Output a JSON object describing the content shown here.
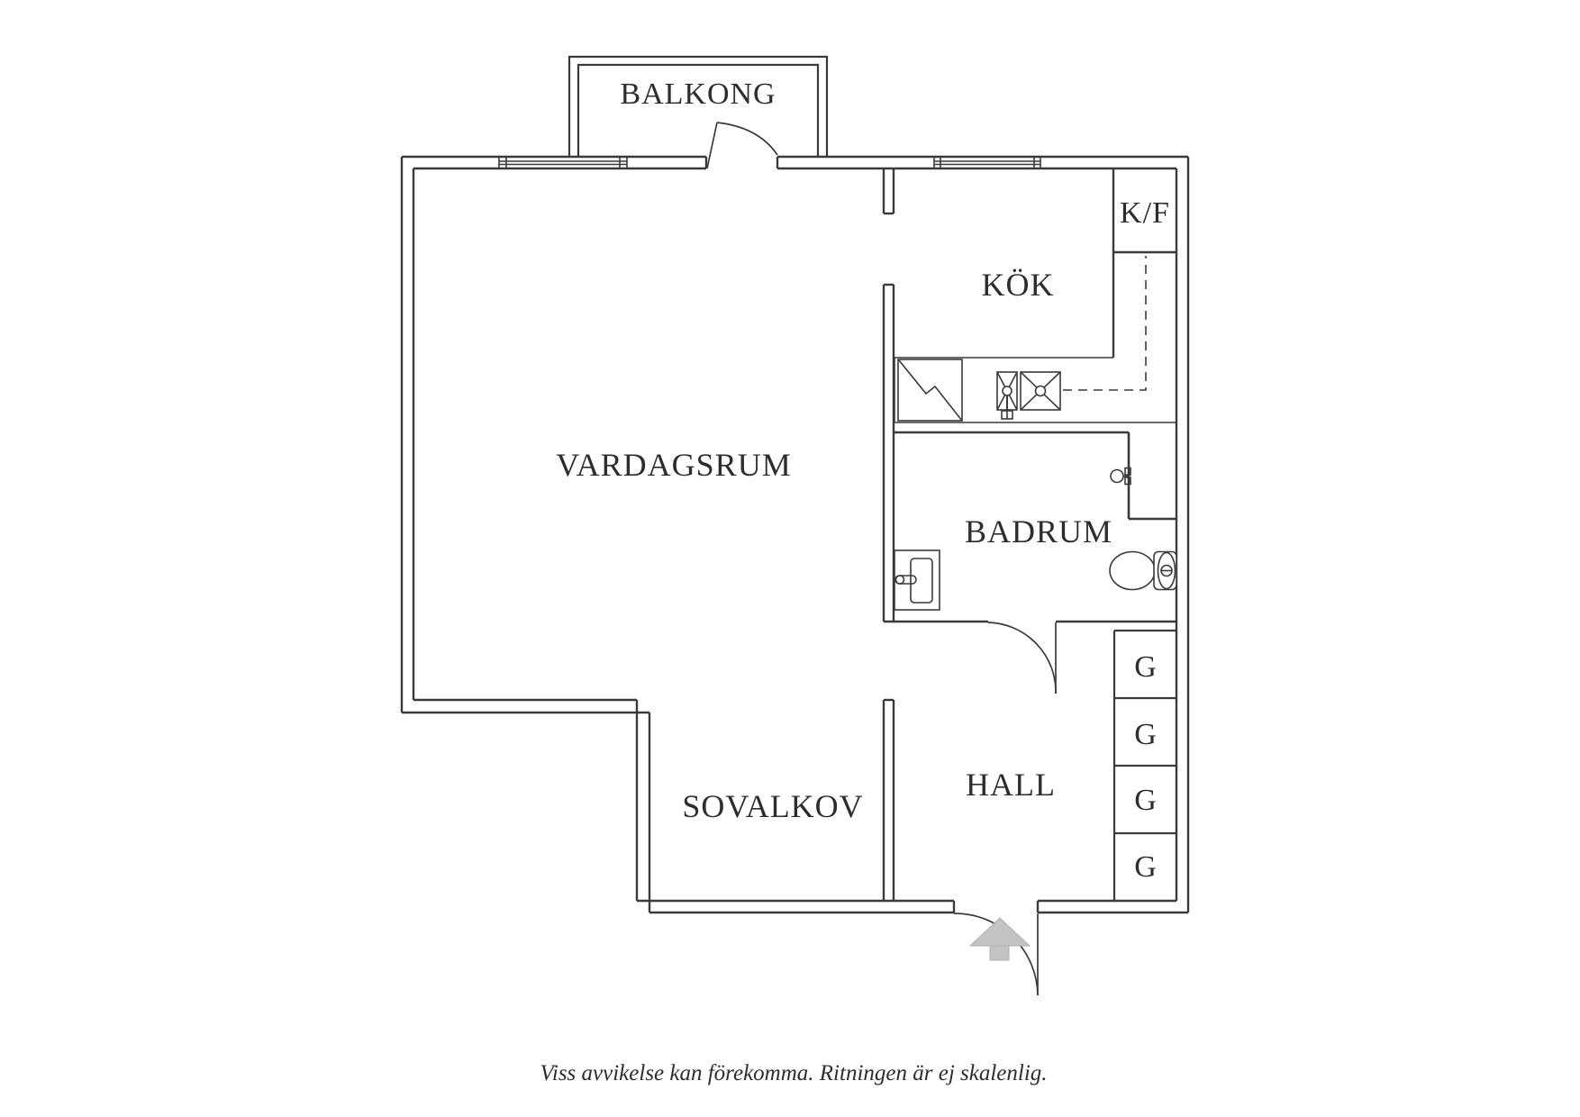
{
  "page": {
    "background": "#ffffff"
  },
  "floor_plan": {
    "colors": {
      "line": "#3a3a3a",
      "text": "#2d2d2d",
      "arrow_fill": "#c3c3c3",
      "arrow_stroke": "#b0b0b0"
    },
    "rooms": [
      {
        "id": "balkong",
        "label": "BALKONG"
      },
      {
        "id": "vardagsrum",
        "label": "VARDAGSRUM"
      },
      {
        "id": "kok",
        "label": "KÖK"
      },
      {
        "id": "kyl-frys",
        "label": "K/F"
      },
      {
        "id": "badrum",
        "label": "BADRUM"
      },
      {
        "id": "sovalkov",
        "label": "SOVALKOV"
      },
      {
        "id": "hall",
        "label": "HALL"
      },
      {
        "id": "garderob-1",
        "label": "G"
      },
      {
        "id": "garderob-2",
        "label": "G"
      },
      {
        "id": "garderob-3",
        "label": "G"
      },
      {
        "id": "garderob-4",
        "label": "G"
      }
    ],
    "footer_note": "Viss avvikelse kan förekomma. Ritningen är ej skalenlig."
  }
}
